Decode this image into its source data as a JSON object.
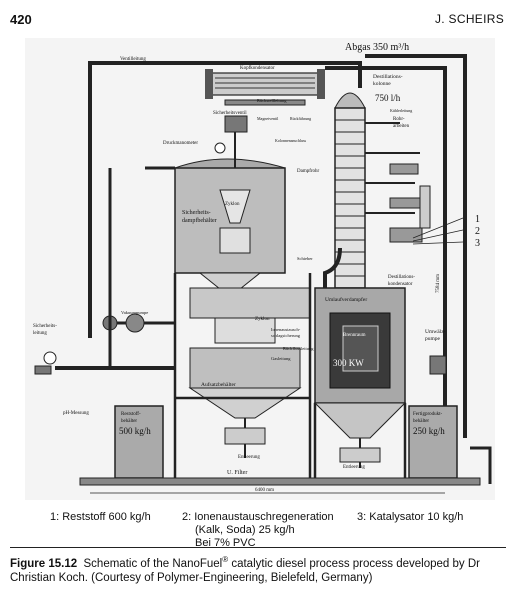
{
  "header": {
    "page_number": "420",
    "running_head": "J. SCHEIRS"
  },
  "figure": {
    "labels": {
      "abgas": "Abgas 350 m³/h",
      "ventilleitung": "Ventilleitung",
      "kopfkondensator": "Kopfkondensator",
      "destillationskolonne_1": "Destillations-",
      "destillationskolonne_2": "kolonne",
      "flow_750": "750 l/h",
      "rueckstellleitung": "Rückstellleitung",
      "sicherheitsventil": "Sicherheitsventil",
      "magnetventil": "Magnetventil",
      "rueckfuehrung": "Rückführung",
      "kolonnenanschluss": "Kolonnenanschluss",
      "kuehlerleitung": "Kühlerleitung",
      "druckmanometer": "Druckmanometer",
      "rohr_1": "Rohr-",
      "rohr_2": "arbeiten",
      "dampfrohr": "Dampfrohr",
      "zyklon_top": "Zyklon",
      "sicherheitsdampfbehaelter_1": "Sicherheits-",
      "sicherheitsdampfbehaelter_2": "dampfbehälter",
      "num_1": "1",
      "num_2": "2",
      "num_3": "3",
      "destillat_1": "Destillations-",
      "destillat_2": "kondensator",
      "hoehe": "7584 mm",
      "schieber": "Schieber",
      "rueckfluss": "Rückflussleitung",
      "umlaufverdampfer": "Umlaufverdampfer",
      "sicherheitsleitung_1": "Sicherheits-",
      "sicherheitsleitung_2": "leitung",
      "zyklon_mid": "Zyklon",
      "vakuum": "Vakuumpumpe",
      "ionenaustausch": "Ionenaustausch-",
      "ionen_2": "schlagsicherung",
      "gasleitung": "Gasleitung",
      "power": "300 KW",
      "brennraum": "Brennraum",
      "umwaelzpumpe_1": "Umwälz-",
      "umwaelzpumpe_2": "pumpe",
      "ph_messung": "pH-Messung",
      "reststoff_behaelter_1": "Reststoff-",
      "reststoff_behaelter_2": "behälter",
      "ausrichtbehaelter": "Aufsatzbehälter",
      "flow_500": "500 kg/h",
      "flow_250": "250 kg/h",
      "fertigprodukt_1": "Fertigprodukt-",
      "fertigprodukt_2": "behälter",
      "entleerung_left": "Entleerung",
      "entleerung_right": "Entleerung",
      "filter": "U. Filter",
      "width": "6400 mm"
    }
  },
  "legend": {
    "item1": "1: Reststoff 600 kg/h",
    "item2_l1": "2: Ionenaustauschregeneration",
    "item2_l2": "(Kalk, Soda) 25 kg/h",
    "item2_l3": "Bei 7% PVC",
    "item3": "3: Katalysator 10 kg/h"
  },
  "caption": {
    "label": "Figure 15.12",
    "text_before": "Schematic of the NanoFuel",
    "registered": "®",
    "text_after": " catalytic diesel process process developed by Dr Christian Koch. (Courtesy of Polymer-Engineering, Bielefeld, Germany)"
  }
}
